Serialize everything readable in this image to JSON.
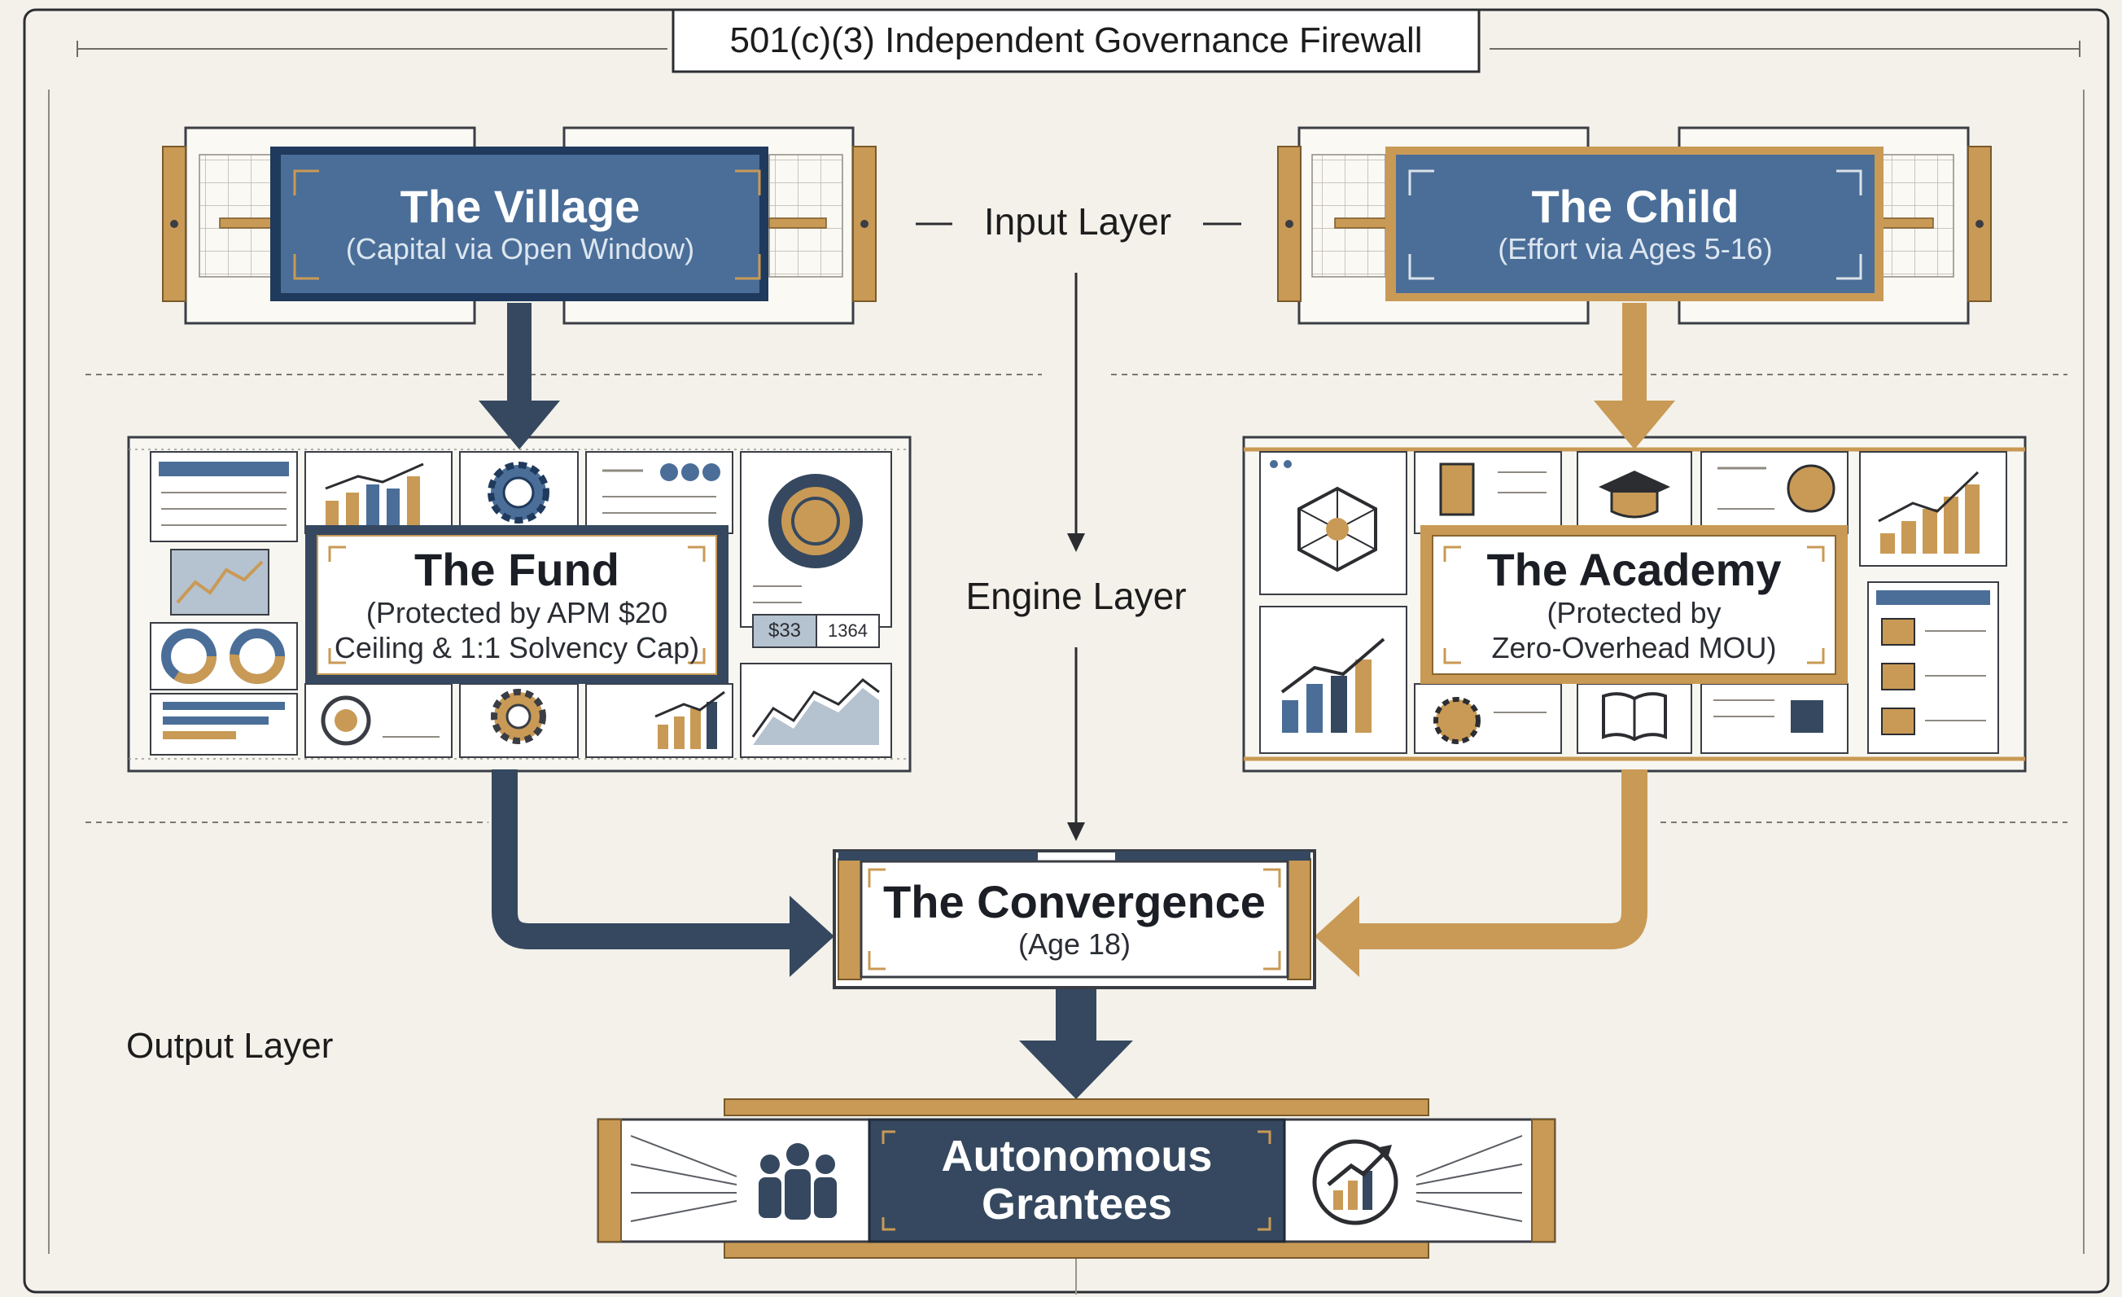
{
  "header": {
    "title": "501(c)(3) Independent Governance Firewall"
  },
  "layers": {
    "input": "Input Layer",
    "engine": "Engine Layer",
    "output": "Output Layer"
  },
  "nodes": {
    "village": {
      "title": "The Village",
      "subtitle": "(Capital via Open Window)"
    },
    "child": {
      "title": "The Child",
      "subtitle": "(Effort via Ages 5-16)"
    },
    "fund": {
      "title": "The Fund",
      "subtitle_line1": "(Protected by APM $20",
      "subtitle_line2": "Ceiling & 1:1 Solvency Cap)"
    },
    "academy": {
      "title": "The Academy",
      "subtitle_line1": "(Protected by",
      "subtitle_line2": "Zero-Overhead MOU)"
    },
    "convergence": {
      "title": "The Convergence",
      "subtitle": "(Age 18)"
    },
    "grantees": {
      "title_line1": "Autonomous",
      "title_line2": "Grantees"
    }
  },
  "fund_panel_values": {
    "price_tag": "$33",
    "count_tag": "1364"
  },
  "colors": {
    "background": "#f3f1ea",
    "navy": "#4a6e98",
    "navy_dark": "#1f3a5c",
    "gold": "#c99a55",
    "gold_dark": "#8a6630",
    "charcoal": "#353b45",
    "line": "#3a3d44"
  },
  "icons": [
    "dollar-gear-icon",
    "coin-icon",
    "line-chart-icon",
    "bar-chart-icon",
    "graduation-cap-icon",
    "book-icon",
    "network-icon",
    "folder-icon",
    "people-icon",
    "growth-chart-icon"
  ]
}
